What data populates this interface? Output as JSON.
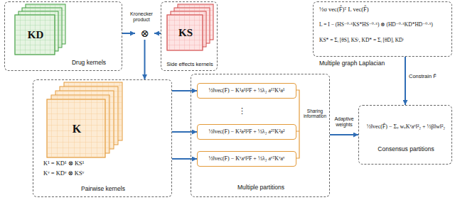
{
  "diagram": {
    "nodes": [
      {
        "text": [
          "KD",
          "Drug kernels"
        ]
      },
      {
        "text": [
          "⊗"
        ]
      },
      {
        "text": [
          "KS",
          "Side effects kernels"
        ]
      },
      {
        "text": [
          "½σ vec(F̂)ᵀ L vec(F̂)",
          "L = I − (HS⁻⁰·⁵KS*HS⁻⁰·⁵) ⊗ (HD⁻⁰·⁵KD*HD⁻⁰·⁵)",
          "KS* = Σᵢ [θS]ᵢ KSⁱ, KD* = Σᵢ [θD]ᵢ KDⁱ",
          "Multiple graph Laplacian"
        ]
      },
      {
        "text": [
          "K",
          "K¹ = KD¹ ⊗ KS¹",
          "Kᵛ = KDᵛ ⊗ KSᵛ",
          "Pairwise kernels"
        ]
      },
      {
        "text": [
          "Multiple partitions"
        ]
      },
      {
        "text": [
          "½‖vec(F) − K¹a¹‖²F + ½λ₂ a¹ᵀK¹a¹"
        ],
        "in": 5
      },
      {
        "text": [
          "½‖vec(F) − K²a²‖²F + ½λ₂ a²ᵀK²a²"
        ],
        "in": 5
      },
      {
        "text": [
          "½‖vec(F) − Kᵛaᵛ‖²F + ½λ₂ aᵛᵀKᵛaᵛ"
        ],
        "in": 5
      },
      {
        "text": [
          "½‖vec(F̂) − Σᵥ wᵥKᵛaᵛ‖²₂ + ½β‖w‖²₂",
          "Consensus partitions"
        ]
      }
    ],
    "edges": [
      {
        "from": 0,
        "to": 1,
        "arrow": "to"
      },
      {
        "from": 2,
        "to": 1,
        "arrow": "to"
      },
      {
        "from": 1,
        "to": 4,
        "arrow": "to"
      },
      {
        "from": 4,
        "to": 6,
        "arrow": "to"
      },
      {
        "from": 4,
        "to": 7,
        "arrow": "to"
      },
      {
        "from": 4,
        "to": 8,
        "arrow": "to"
      },
      {
        "from": 5,
        "to": 9,
        "label": "Adaptive weights",
        "arrow": "to"
      },
      {
        "from": 3,
        "to": 9,
        "label": "Constrain F̂",
        "arrow": "to"
      }
    ],
    "labels": [
      "Kronecker product",
      "⋮",
      "Sharing information"
    ]
  }
}
